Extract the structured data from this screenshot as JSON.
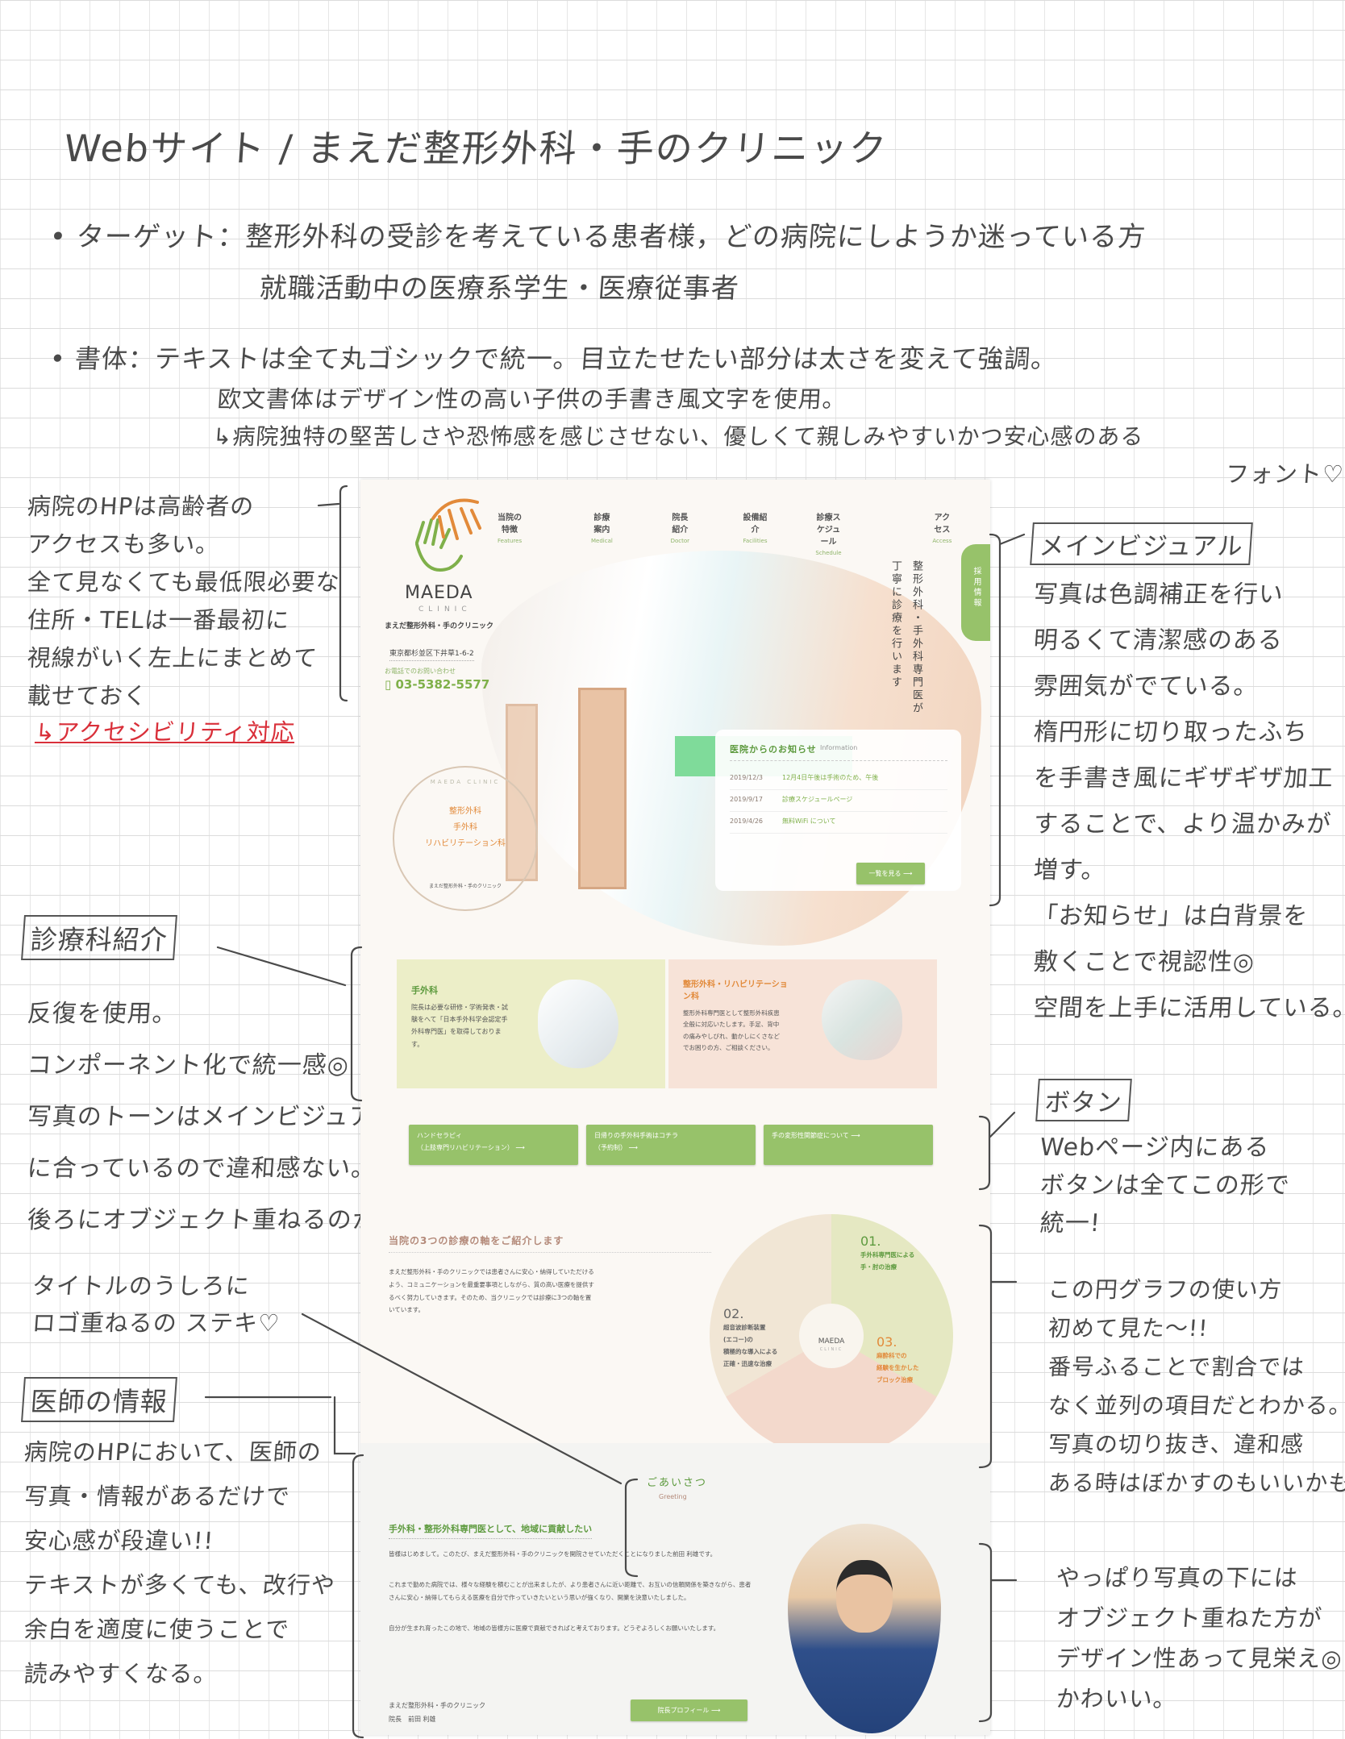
{
  "notes": {
    "title": "Webサイト / まえだ整形外科・手のクリニック",
    "target": [
      "• ターゲット：整形外科の受診を考えている患者様，どの病院にしようか迷っている方",
      "就職活動中の医療系学生・医療従事者"
    ],
    "font": [
      "• 書体：テキストは全て丸ゴシックで統一。目立たせたい部分は太さを変えて強調。",
      "欧文書体はデザイン性の高い子供の手書き風文字を使用。",
      "↳病院独特の堅苦しさや恐怖感を感じさせない、優しくて親しみやすいかつ安心感のある",
      "フォント♡"
    ],
    "access": [
      "病院のHPは高齢者の",
      "アクセスも多い。",
      "全て見なくても最低限必要な",
      "住所・TELは一番最初に",
      "視線がいく左上にまとめて",
      "載せておく"
    ],
    "access_red": "↳アクセシビリティ対応",
    "dept_box": "診療科紹介",
    "dept": [
      "反復を使用。",
      "コンポーネント化で統一感◎",
      "写真のトーンはメインビジュアル",
      "に合っているので違和感ない。",
      "後ろにオブジェクト重ねるのかわいい。"
    ],
    "logo_note": [
      "タイトルのうしろに",
      "ロゴ重ねるの ステキ♡"
    ],
    "doctor_box": "医師の情報",
    "doctor": [
      "病院のHPにおいて、医師の",
      "写真・情報があるだけで",
      "安心感が段違い!!",
      "テキストが多くても、改行や",
      "余白を適度に使うことで",
      "読みやすくなる。"
    ],
    "mv_box": "メインビジュアル",
    "mv": [
      "写真は色調補正を行い",
      "明るくて清潔感のある",
      "雰囲気がでている。",
      "楕円形に切り取ったふち",
      "を手書き風にギザギザ加工",
      "することで、より温かみが",
      "増す。",
      "「お知らせ」は白背景を",
      "敷くことで視認性◎",
      "空間を上手に活用している。"
    ],
    "button_box": "ボタン",
    "button": [
      "Webページ内にある",
      "ボタンは全てこの形で",
      "統一!"
    ],
    "circle": [
      "この円グラフの使い方",
      "初めて見た〜!!",
      "番号ふることで割合では",
      "なく並列の項目だとわかる。",
      "写真の切り抜き、違和感",
      "ある時はぼかすのもいいかも。"
    ],
    "photo_note": [
      "やっぱり写真の下には",
      "オブジェクト重ねた方が",
      "デザイン性あって見栄え◎",
      "かわいい。"
    ]
  },
  "site": {
    "logo": {
      "name": "MAEDA",
      "sub": "CLINIC",
      "jp": "まえだ整形外科・手のクリニック"
    },
    "address": "東京都杉並区下井草1-6-2",
    "tel_label": "お電話でのお問い合わせ",
    "tel": "03-5382-5577",
    "nav": [
      {
        "jp": "当院の特徴",
        "en": "Features"
      },
      {
        "jp": "診療案内",
        "en": "Medical"
      },
      {
        "jp": "院長紹介",
        "en": "Doctor"
      },
      {
        "jp": "設備紹介",
        "en": "Facilities"
      },
      {
        "jp": "診療スケジュール",
        "en": "Schedule"
      },
      {
        "jp": "アクセス",
        "en": "Access"
      }
    ],
    "recruit": "採用情報",
    "catch1": "整形外科・手外科専門医が",
    "catch2": "丁寧に診療を行います",
    "seal": {
      "ring": "MAEDA CLINIC",
      "lines": [
        "整形外科",
        "手外科",
        "リハビリテーション科"
      ],
      "foot": "まえだ整形外科・手のクリニック"
    },
    "info": {
      "title": "医院からのお知らせ",
      "en": "Information",
      "items": [
        {
          "date": "2019/12/3",
          "text": "12月4日午後は手術のため、午後"
        },
        {
          "date": "2019/9/17",
          "text": "診療スケジュールページ"
        },
        {
          "date": "2019/4/26",
          "text": "無料WiFi について"
        }
      ],
      "more": "一覧を見る ⟶"
    },
    "cards": [
      {
        "title": "手外科",
        "body": "院長は必要な研修・学術発表・試験をへて「日本手外科学会認定手外科専門医」を取得しております。"
      },
      {
        "title": "整形外科・リハビリテーション科",
        "body": "整形外科専門医として整形外科疾患全般に対応いたします。手足、背中の痛みやしびれ、動かしにくさなどでお困りの方、ご相談ください。"
      }
    ],
    "buttons": [
      [
        "ハンドセラピィ",
        "（上肢専門リハビリテーション） ⟶"
      ],
      [
        "日帰りの手外科手術はコチラ",
        "（予約制） ⟶"
      ],
      [
        "手の変形性関節症について ⟶",
        ""
      ]
    ],
    "axes": {
      "title": "当院の3つの診療の軸をご紹介します",
      "body": "まえだ整形外科・手のクリニックでは患者さんに安心・納得していただけるよう、コミュニケーションを最重要事項としながら、質の高い医療を提供するべく努力していきます。そのため、当クリニックでは診療に3つの軸を置いています。",
      "items": [
        {
          "num": "01.",
          "text": "手外科専門医による\n手・肘の治療"
        },
        {
          "num": "02.",
          "text": "超音波診断装置\n(エコー)の\n積極的な導入による\n正確・迅速な治療"
        },
        {
          "num": "03.",
          "text": "麻酔科での\n経験を生かした\nブロック治療"
        }
      ],
      "center_logo": "MAEDA",
      "center_sub": "CLINIC"
    },
    "greeting": {
      "title": "ごあいさつ",
      "en": "Greeting",
      "heading": "手外科・整形外科専門医として、地域に貢献したい",
      "paras": [
        "皆様はじめまして。このたび、まえだ整形外科・手のクリニックを開院させていただくことになりました前田 利雄です。",
        "これまで勤めた病院では、様々な経験を積むことが出来ましたが、より患者さんに近い距離で、お互いの信頼関係を築きながら、患者さんに安心・納得してもらえる医療を自分で作っていきたいという思いが強くなり、開業を決意いたしました。",
        "自分が生まれ育ったこの地で、地域の皆様方に医療で貢献できればと考えております。どうぞよろしくお願いいたします。"
      ],
      "sign1": "まえだ整形外科・手のクリニック",
      "sign2": "院長　前田 利雄",
      "profile": "院長プロフィール ⟶"
    },
    "colors": {
      "green": "#97c26a",
      "orange": "#e28a3a",
      "text_green": "#5d9a3e"
    }
  }
}
